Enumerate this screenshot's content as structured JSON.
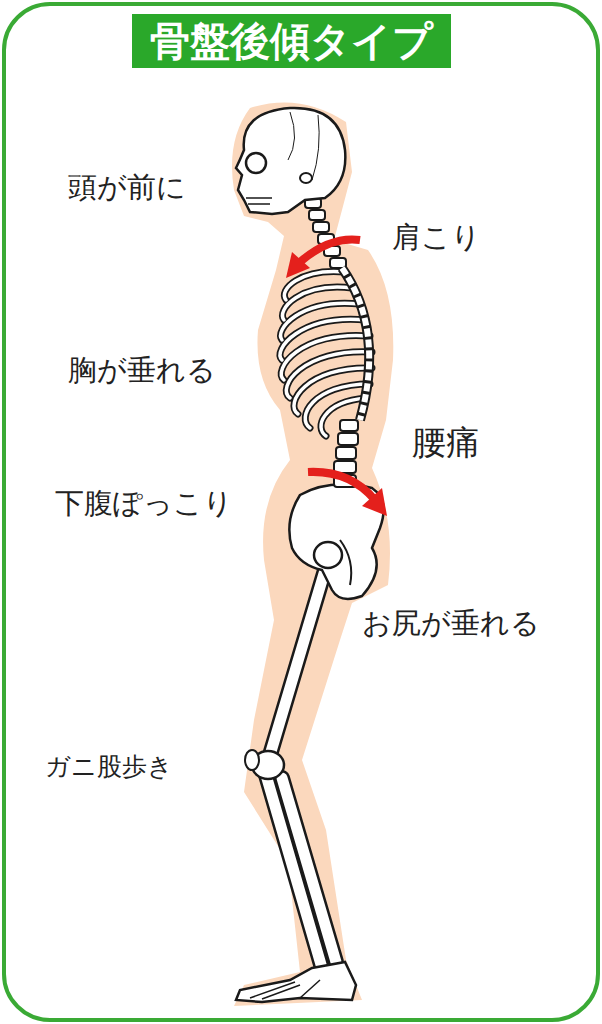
{
  "diagram": {
    "title": "骨盤後傾タイプ",
    "labels": [
      "頭が前に",
      "肩こり",
      "胸が垂れる",
      "腰痛",
      "下腹ぽっこり",
      "お尻が垂れる",
      "ガニ股歩き"
    ]
  }
}
